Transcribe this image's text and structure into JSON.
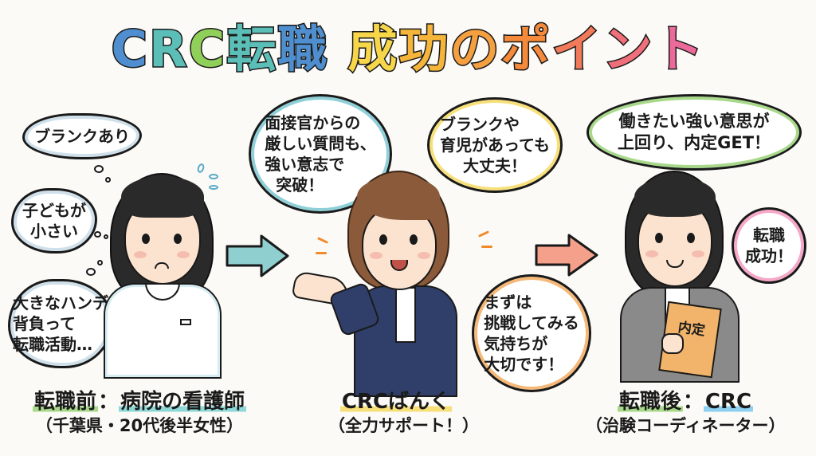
{
  "title": {
    "segments": [
      {
        "text": "C",
        "color": "#4f8fcf"
      },
      {
        "text": "R",
        "color": "#5bbfb8"
      },
      {
        "text": "C",
        "color": "#8fcf5a"
      },
      {
        "text": "転",
        "color": "#5bbfb8"
      },
      {
        "text": "職",
        "color": "#4f8fcf"
      },
      {
        "text": " ",
        "color": "#000000"
      },
      {
        "text": "成",
        "color": "#f7d64a"
      },
      {
        "text": "功",
        "color": "#f5b43a"
      },
      {
        "text": "の",
        "color": "#f5a040"
      },
      {
        "text": "ポ",
        "color": "#f58a3a"
      },
      {
        "text": "イ",
        "color": "#f27a5a"
      },
      {
        "text": "ン",
        "color": "#ef6f7a"
      },
      {
        "text": "ト",
        "color": "#ec6a9a"
      }
    ],
    "full": "CRC転職 成功のポイント"
  },
  "before": {
    "thoughts": [
      {
        "lines": [
          "ブランクあり"
        ]
      },
      {
        "lines": [
          "子どもが",
          "小さい"
        ]
      },
      {
        "lines": [
          "大きなハンデ",
          "背負って",
          "転職活動…"
        ]
      }
    ],
    "caption_main_a": "転職前",
    "caption_sep": "：",
    "caption_main_b": "病院の看護師",
    "caption_sub": "（千葉県・20代後半女性）",
    "highlight_a": "#a8d98a",
    "highlight_b": "#8fd8d8"
  },
  "support": {
    "bubbles": [
      {
        "lines": [
          "面接官からの",
          "厳しい質問も、",
          "強い意志で",
          "突破！"
        ],
        "border": "#8fd0d8"
      },
      {
        "lines": [
          "ブランクや",
          "育児があっても",
          "大丈夫！"
        ],
        "border": "#f7e07a"
      },
      {
        "lines": [
          "まずは",
          "挑戦してみる",
          "気持ちが",
          "大切です！"
        ],
        "border": "#f5b878"
      }
    ],
    "caption_main": "CRCばんく",
    "caption_sub": "（全力サポート！）",
    "highlight": "#f7e07a"
  },
  "after": {
    "bubbles": [
      {
        "lines": [
          "働きたい強い意思が",
          "上回り、内定GET！"
        ],
        "border": "#a8d98a"
      },
      {
        "lines": [
          "転職",
          "成功！"
        ],
        "border": "#f5a8c8"
      }
    ],
    "folder_label": "内定",
    "caption_main_a": "転職後",
    "caption_sep": "：",
    "caption_main_b": "CRC",
    "caption_sub": "（治験コーディネーター）",
    "highlight_a": "#a8d98a",
    "highlight_b": "#8fd0f0"
  },
  "arrows": [
    {
      "color": "#8fcfcf"
    },
    {
      "color": "#f5a08a"
    }
  ]
}
